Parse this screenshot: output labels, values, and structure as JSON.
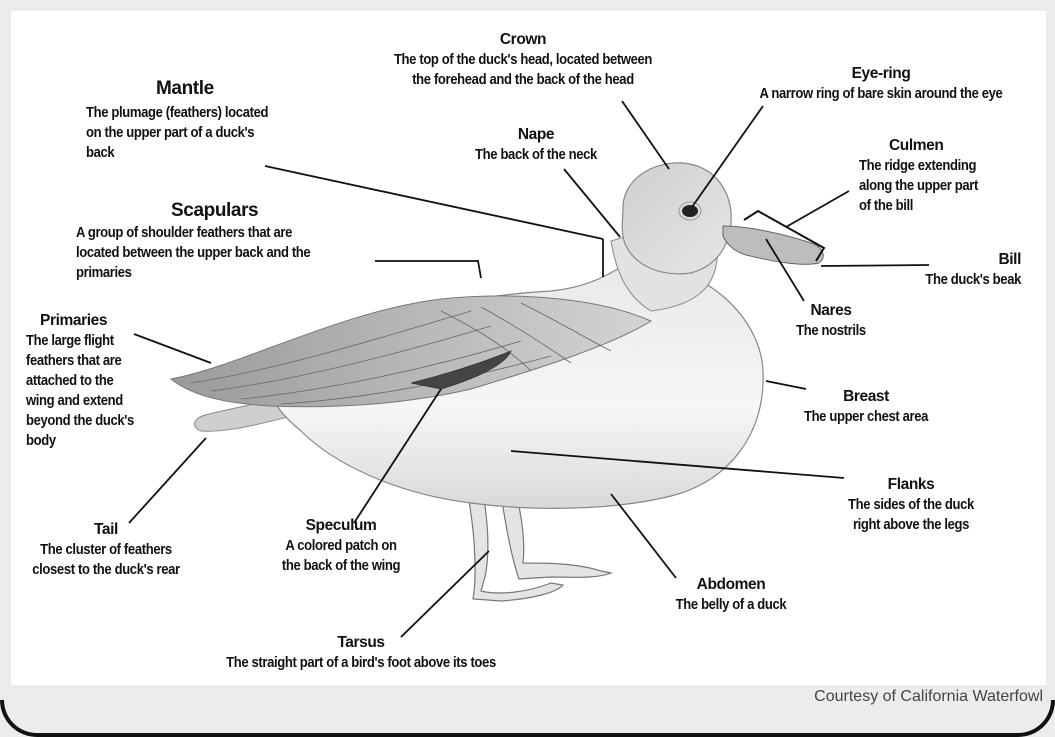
{
  "labels": {
    "mantle": {
      "title": "Mantle",
      "desc": "The plumage (feathers) located\non the upper part of a duck's\nback"
    },
    "crown": {
      "title": "Crown",
      "desc": "The top of the duck's head, located between\nthe forehead and the back of the head"
    },
    "eye_ring": {
      "title": "Eye-ring",
      "desc": "A narrow ring of bare skin around the eye"
    },
    "nape": {
      "title": "Nape",
      "desc": "The back of the neck"
    },
    "culmen": {
      "title": "Culmen",
      "desc": "The ridge extending\nalong the upper part\nof the bill"
    },
    "scapulars": {
      "title": "Scapulars",
      "desc": "A group of shoulder feathers that are\nlocated between the upper back and the\nprimaries"
    },
    "bill": {
      "title": "Bill",
      "desc": "The duck's beak"
    },
    "nares": {
      "title": "Nares",
      "desc": "The nostrils"
    },
    "primaries": {
      "title": "Primaries",
      "desc": "The large flight\nfeathers that are\nattached to the\nwing and extend\nbeyond the duck's\nbody"
    },
    "breast": {
      "title": "Breast",
      "desc": "The upper chest area"
    },
    "flanks": {
      "title": "Flanks",
      "desc": "The sides of the duck\nright above the legs"
    },
    "tail": {
      "title": "Tail",
      "desc": "The cluster of feathers\nclosest to the duck's rear"
    },
    "speculum": {
      "title": "Speculum",
      "desc": "A colored patch on\nthe back of the wing"
    },
    "abdomen": {
      "title": "Abdomen",
      "desc": "The belly of a duck"
    },
    "tarsus": {
      "title": "Tarsus",
      "desc": "The straight part of a bird's foot above its toes"
    }
  },
  "credit": "Courtesy of California Waterfowl"
}
